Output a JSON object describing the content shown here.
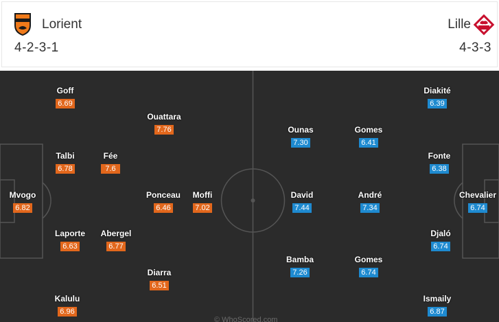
{
  "home": {
    "name": "Lorient",
    "formation": "4-2-3-1",
    "crest_icon": "lorient-crest-icon",
    "rating_color": "#e2671c",
    "players": [
      {
        "name": "Mvogo",
        "rating": "6.82"
      },
      {
        "name": "Goff",
        "rating": "6.69"
      },
      {
        "name": "Talbi",
        "rating": "6.78"
      },
      {
        "name": "Laporte",
        "rating": "6.63"
      },
      {
        "name": "Kalulu",
        "rating": "6.96"
      },
      {
        "name": "Fée",
        "rating": "7.6"
      },
      {
        "name": "Abergel",
        "rating": "6.77"
      },
      {
        "name": "Ouattara",
        "rating": "7.76"
      },
      {
        "name": "Ponceau",
        "rating": "6.46"
      },
      {
        "name": "Diarra",
        "rating": "6.51"
      },
      {
        "name": "Moffi",
        "rating": "7.02"
      }
    ]
  },
  "away": {
    "name": "Lille",
    "formation": "4-3-3",
    "crest_icon": "lille-losc-crest-icon",
    "rating_color": "#1e8ad0",
    "players": [
      {
        "name": "Chevalier",
        "rating": "6.74"
      },
      {
        "name": "Diakité",
        "rating": "6.39"
      },
      {
        "name": "Fonte",
        "rating": "6.38"
      },
      {
        "name": "Djaló",
        "rating": "6.74"
      },
      {
        "name": "Ismaily",
        "rating": "6.87"
      },
      {
        "name": "Gomes",
        "rating": "6.41"
      },
      {
        "name": "André",
        "rating": "7.34"
      },
      {
        "name": "Gomes",
        "rating": "6.74"
      },
      {
        "name": "Ounas",
        "rating": "7.30"
      },
      {
        "name": "David",
        "rating": "7.44"
      },
      {
        "name": "Bamba",
        "rating": "7.26"
      }
    ]
  },
  "pitch_color": "#2b2b2b",
  "watermark": "© WhoScored.com"
}
